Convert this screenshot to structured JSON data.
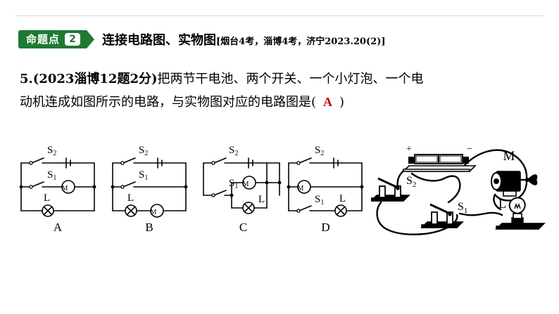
{
  "header": {
    "badge_label": "命题点",
    "badge_number": "2",
    "title": "连接电路图、实物图",
    "source": "[烟台4考，淄博4考，济宁2023.20(2)]",
    "badge_color": "#1e7a33"
  },
  "question": {
    "number": "5.",
    "tag": "(2023淄博12题2分)",
    "line1_rest": "把两节干电池、两个开关、一个小灯泡、一个电",
    "line2": "动机连成如图所示的电路，与实物图对应的电路图是(",
    "answer": "A",
    "close_paren": ")",
    "answer_color": "#c00000"
  },
  "figures": {
    "options": [
      {
        "caption": "A",
        "components": [
          "S2",
          "battery",
          "S1",
          "M",
          "L"
        ],
        "description": "顶部支路：S2与电池串联；中间支路：S1与电动机M；底部支路：小灯泡L"
      },
      {
        "caption": "B",
        "components": [
          "S2",
          "battery",
          "S1",
          "L",
          "M"
        ],
        "description": "顶部支路：S2与电池串联；中间支路：S1；底部支路：小灯泡L与电动机M串联"
      },
      {
        "caption": "C",
        "components": [
          "S2",
          "battery",
          "S1",
          "M",
          "L"
        ],
        "description": "顶部支路：S2与电池串联；S1后接电动机M与小灯泡L并联"
      },
      {
        "caption": "D",
        "components": [
          "S2",
          "battery",
          "M",
          "S1",
          "L"
        ],
        "description": "顶部支路：S2与电池串联；中间支路：电动机M；底部支路：S1与小灯泡L串联"
      }
    ],
    "labels": {
      "switch_2": "S",
      "switch_2_sub": "2",
      "switch_1": "S",
      "switch_1_sub": "1",
      "motor": "M",
      "lamp": "L"
    },
    "realistic": {
      "battery_plus": "+",
      "battery_minus": "−",
      "switch_2": "S",
      "switch_2_sub": "2",
      "switch_1": "S",
      "switch_1_sub": "1",
      "motor": "M",
      "lamp": "L",
      "description": "实物图：两节干电池、两个开关S1与S2、电动机M、小灯泡L用导线连接"
    }
  }
}
